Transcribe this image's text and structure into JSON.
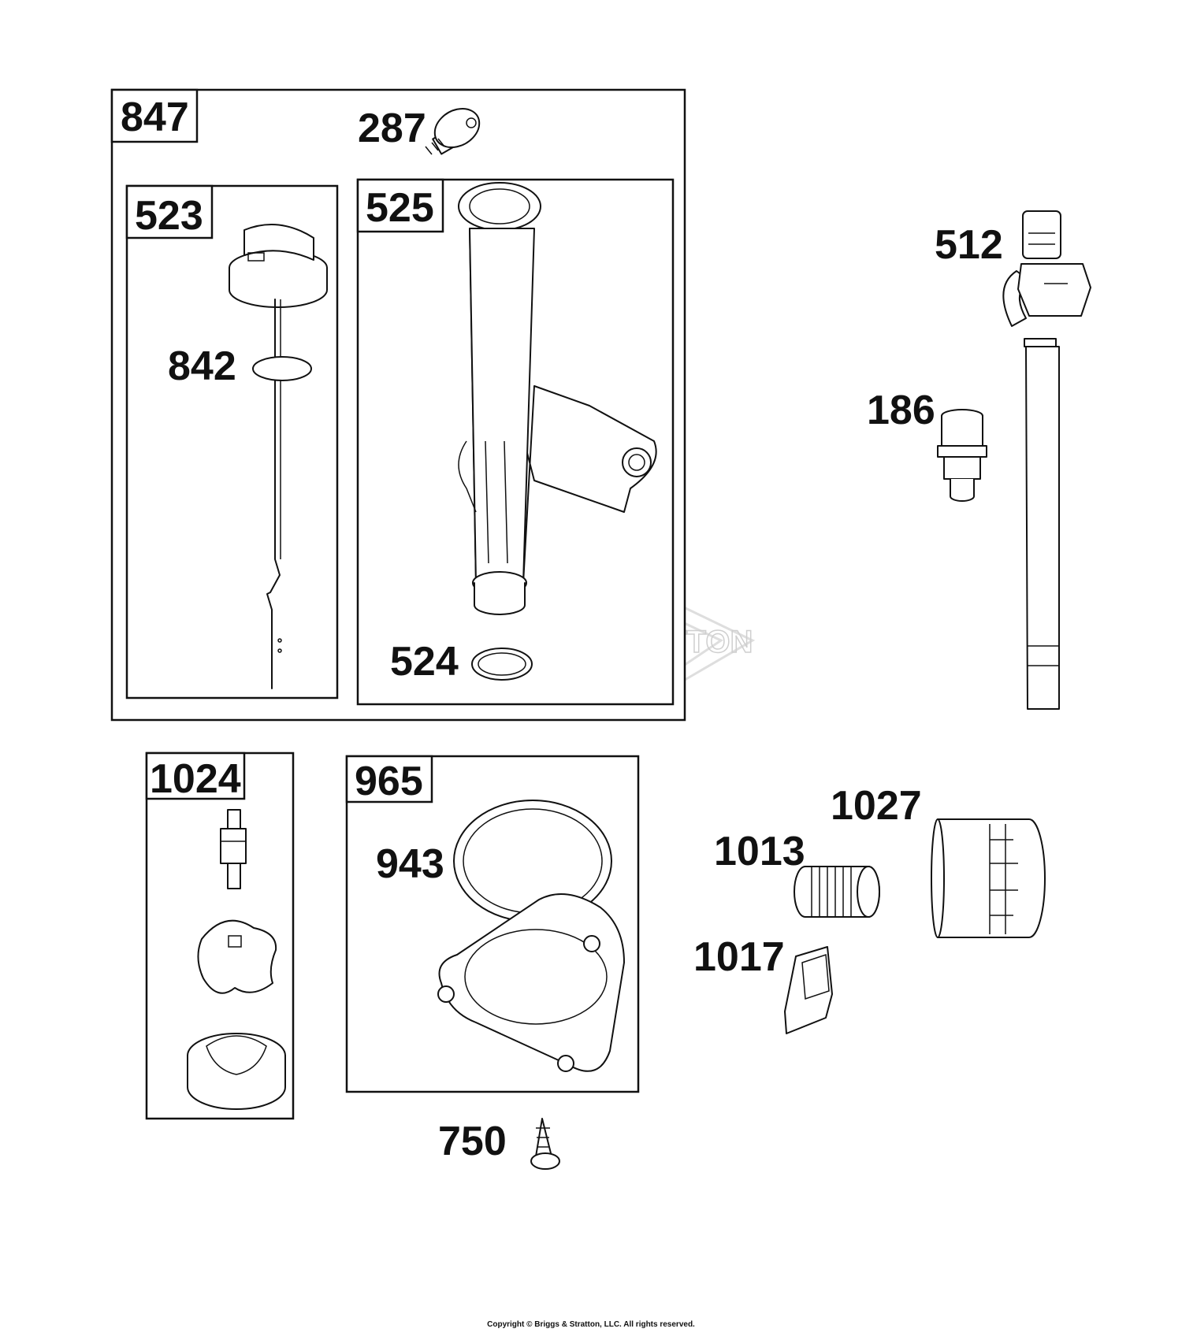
{
  "watermark": {
    "brand": "BRIGGS&STRATTON"
  },
  "groups": [
    {
      "id": "847",
      "label": "847"
    },
    {
      "id": "523",
      "label": "523"
    },
    {
      "id": "525",
      "label": "525"
    },
    {
      "id": "1024",
      "label": "1024"
    },
    {
      "id": "965",
      "label": "965"
    }
  ],
  "callouts": {
    "p287": "287",
    "p842": "842",
    "p524": "524",
    "p512": "512",
    "p186": "186",
    "p943": "943",
    "p750": "750",
    "p1027": "1027",
    "p1013": "1013",
    "p1017": "1017"
  },
  "footer": {
    "copyright": "Copyright © Briggs & Stratton, LLC. All rights reserved."
  }
}
